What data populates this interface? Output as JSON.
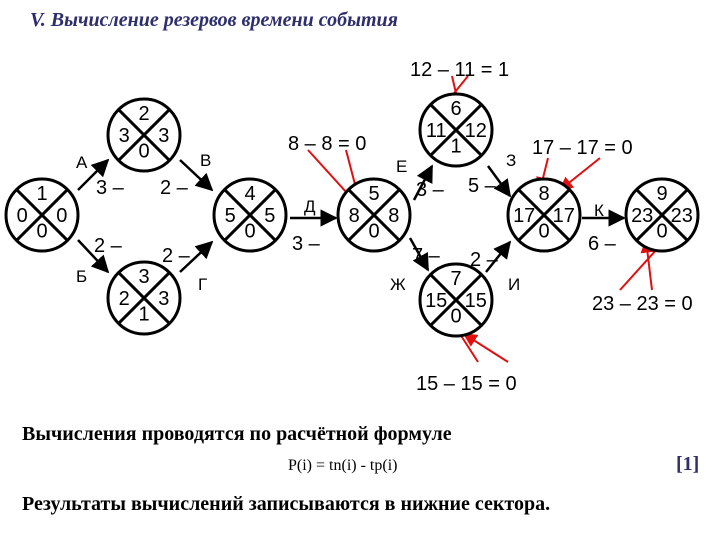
{
  "title": "V. Вычисление резервов времени события",
  "nodes": [
    {
      "id": "n1",
      "top": "1",
      "left": "0",
      "right": "0",
      "bottom": "0"
    },
    {
      "id": "n2",
      "top": "2",
      "left": "3",
      "right": "3",
      "bottom": "0"
    },
    {
      "id": "n3",
      "top": "3",
      "left": "2",
      "right": "3",
      "bottom": "1"
    },
    {
      "id": "n4",
      "top": "4",
      "left": "5",
      "right": "5",
      "bottom": "0"
    },
    {
      "id": "n5",
      "top": "5",
      "left": "8",
      "right": "8",
      "bottom": "0"
    },
    {
      "id": "n6",
      "top": "6",
      "left": "11",
      "right": "12",
      "bottom": "1"
    },
    {
      "id": "n7",
      "top": "7",
      "left": "15",
      "right": "15",
      "bottom": "0"
    },
    {
      "id": "n8",
      "top": "8",
      "left": "17",
      "right": "17",
      "bottom": "0"
    },
    {
      "id": "n9",
      "top": "9",
      "left": "23",
      "right": "23",
      "bottom": "0"
    }
  ],
  "work_labels": {
    "A": "А",
    "B": "Б",
    "V": "В",
    "G": "Г",
    "D": "Д",
    "E": "Е",
    "ZH": "Ж",
    "Z": "З",
    "I": "И",
    "K": "К"
  },
  "durations": {
    "A": "3 –",
    "B": "2 –",
    "V": "2 –",
    "G": "2 –",
    "D": "3 –",
    "E": "3 –",
    "ZH": "7 –",
    "Z": "5 –",
    "I": "2 –",
    "K": "6 –"
  },
  "calculations": {
    "c6": "12 – 11 = 1",
    "c5": "8 – 8 = 0",
    "c8": "17 – 17 = 0",
    "c9": "23 – 23 = 0",
    "c7": "15 – 15 = 0"
  },
  "text": {
    "line1": "Вычисления проводятся по расчётной формуле",
    "formula_p": "P",
    "formula_i": "(i)",
    "formula_mid": " = t",
    "formula_n": "n(i)",
    "formula_dash": " - t",
    "formula_pp": "p(i)",
    "ref": "[1]",
    "line2": "Результаты вычислений записываются в нижние сектора."
  },
  "colors": {
    "arrow_red": "#e01010",
    "title_blue": "#2e2e6e",
    "stroke": "#000000"
  }
}
